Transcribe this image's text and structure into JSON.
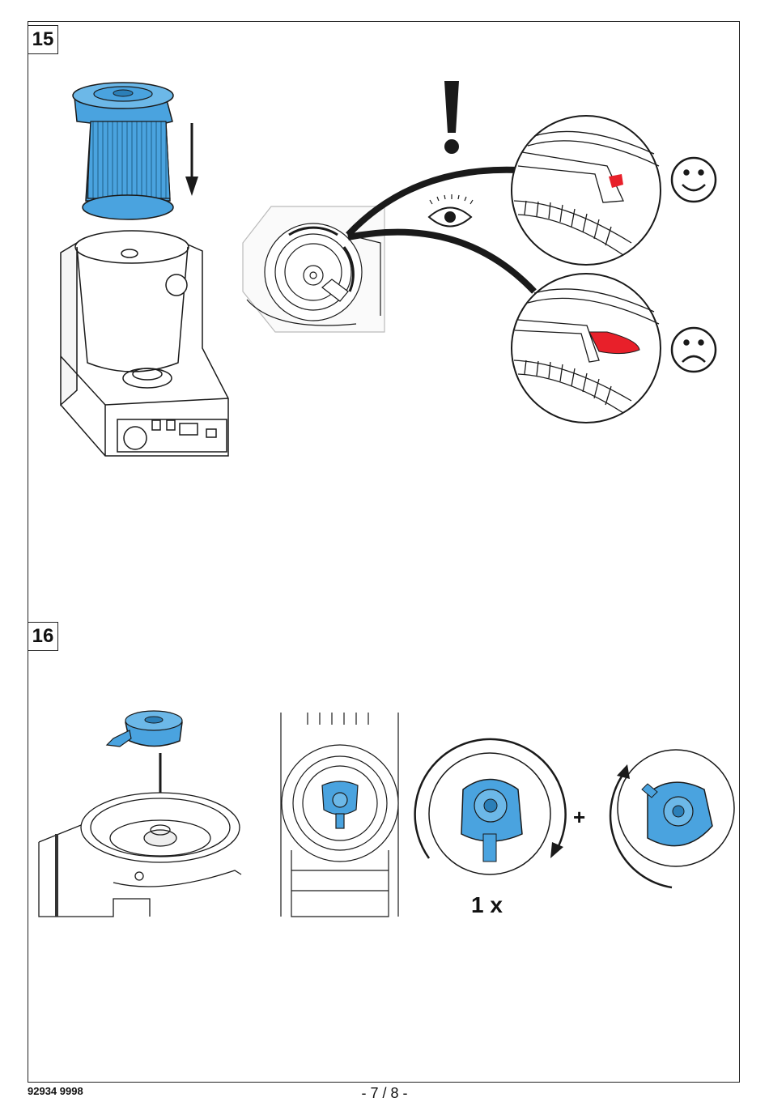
{
  "steps": [
    {
      "number": "15"
    },
    {
      "number": "16"
    }
  ],
  "step16": {
    "repeat_label": "1 x",
    "plus_sign": "+"
  },
  "footer": {
    "doc_number": "92934 9998",
    "page": "- 7 / 8 -"
  },
  "icons": {
    "warning": "exclamation-icon",
    "inspect": "eye-icon",
    "correct": "smiley-happy-icon",
    "incorrect": "smiley-sad-icon",
    "direction": "arrow-down-icon",
    "rotation": "rotate-arrow-icon"
  },
  "colors": {
    "part_highlight": "#4aa3df",
    "indicator": "#e8202a",
    "line": "#1a1a1a"
  }
}
